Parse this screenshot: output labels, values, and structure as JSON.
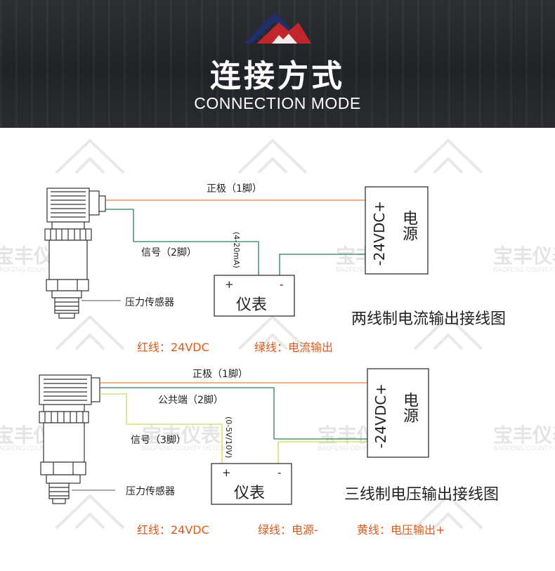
{
  "header": {
    "title": "连接方式",
    "subtitle": "CONNECTION MODE"
  },
  "watermark": {
    "brand": "宝丰仪表",
    "sub": "BAOFENG COUNTY METER"
  },
  "diagram1": {
    "positive_label": "正极（1脚）",
    "signal_label": "信号（2脚）",
    "current_range": "(4-20mA)",
    "sensor_label": "压力传感器",
    "meter_plus": "+",
    "meter_minus": "-",
    "meter_name": "仪表",
    "power_voltage": "-24VDC+",
    "power_name": "电源",
    "caption": "两线制电流输出接线图",
    "note_red": "红线：24VDC",
    "note_green": "绿线：电流输出"
  },
  "diagram2": {
    "positive_label": "正极（1脚）",
    "common_label": "公共端（2脚）",
    "signal_label": "信号（3脚）",
    "voltage_range": "(0-5V/10V)",
    "sensor_label": "压力传感器",
    "meter_plus": "+",
    "meter_minus": "-",
    "meter_name": "仪表",
    "power_voltage": "-24VDC+",
    "power_name": "电源",
    "caption": "三线制电压输出接线图",
    "note_red": "红线：24VDC",
    "note_green": "绿线：电源-",
    "note_yellow": "黄线：电压输出+"
  },
  "colors": {
    "header_bg": "#23262a",
    "logo_red": "#c0262c",
    "logo_navy": "#1f2f6b",
    "wire_orange": "#e8823a",
    "wire_green": "#2f7d5b",
    "wire_yellow": "#c8dc5a",
    "note_orange": "#d85a1d"
  }
}
